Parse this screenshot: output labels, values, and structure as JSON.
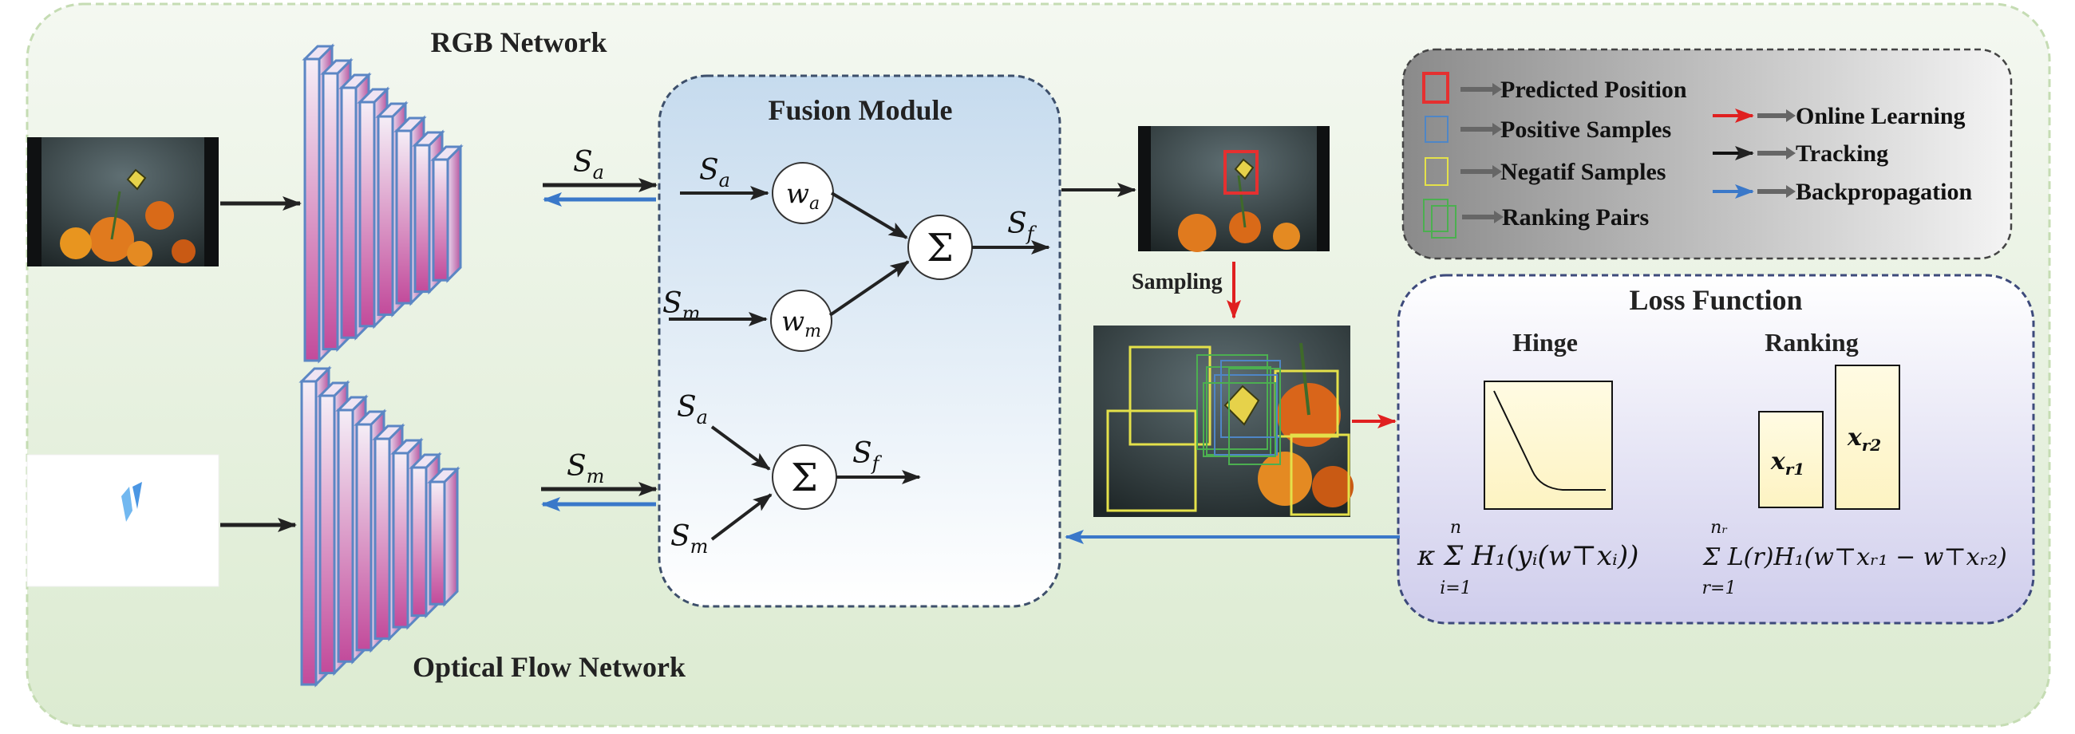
{
  "title_rgb": "RGB Network",
  "title_flow": "Optical Flow Network",
  "fusion": {
    "title": "Fusion Module",
    "sa": "S",
    "sa_sub": "a",
    "sm": "S",
    "sm_sub": "m",
    "sf": "S",
    "sf_sub": "f",
    "wa": "w",
    "wa_sub": "a",
    "wm": "w",
    "wm_sub": "m",
    "sum_symbol": "Σ"
  },
  "edge_labels": {
    "sa_main": "S",
    "sa_main_sub": "a",
    "sm_main": "S",
    "sm_main_sub": "m"
  },
  "sampling_label": "Sampling",
  "legend": {
    "items": [
      {
        "label": "Predicted Position",
        "color": "#e53030"
      },
      {
        "label": "Positive Samples",
        "color": "#4f86c6"
      },
      {
        "label": "Negatif Samples",
        "color": "#e4e14a"
      },
      {
        "label": "Ranking Pairs",
        "color": "#4caf50"
      }
    ],
    "arrows": [
      {
        "label": "Online Learning",
        "color": "#e02020"
      },
      {
        "label": "Tracking",
        "color": "#111111"
      },
      {
        "label": "Backpropagation",
        "color": "#3a78c9"
      }
    ]
  },
  "loss": {
    "title": "Loss Function",
    "hinge_title": "Hinge",
    "ranking_title": "Ranking",
    "xr1": "x",
    "xr1_sub": "r1",
    "xr2": "x",
    "xr2_sub": "r2",
    "hinge_formula": "κ Σ H₁(yᵢ(w⊤xᵢ))",
    "hinge_sum_top": "n",
    "hinge_sum_bottom": "i=1",
    "ranking_formula": "Σ L(r)H₁(w⊤xᵣ₁ − w⊤xᵣ₂)",
    "ranking_sum_top": "nᵣ",
    "ranking_sum_bottom": "r=1"
  },
  "colors": {
    "bg_green": "#e3efd9",
    "fusion_bg": "#c9dcee",
    "legend_bg": "#b3b3b3",
    "loss_bg": "#d4d2ea",
    "layer_top": "#f3eaf6",
    "layer_bottom": "#c54b9d",
    "layer_edge": "#5b86c4",
    "arrow_black": "#222222",
    "arrow_blue": "#3a78c9",
    "arrow_red": "#e02020"
  }
}
